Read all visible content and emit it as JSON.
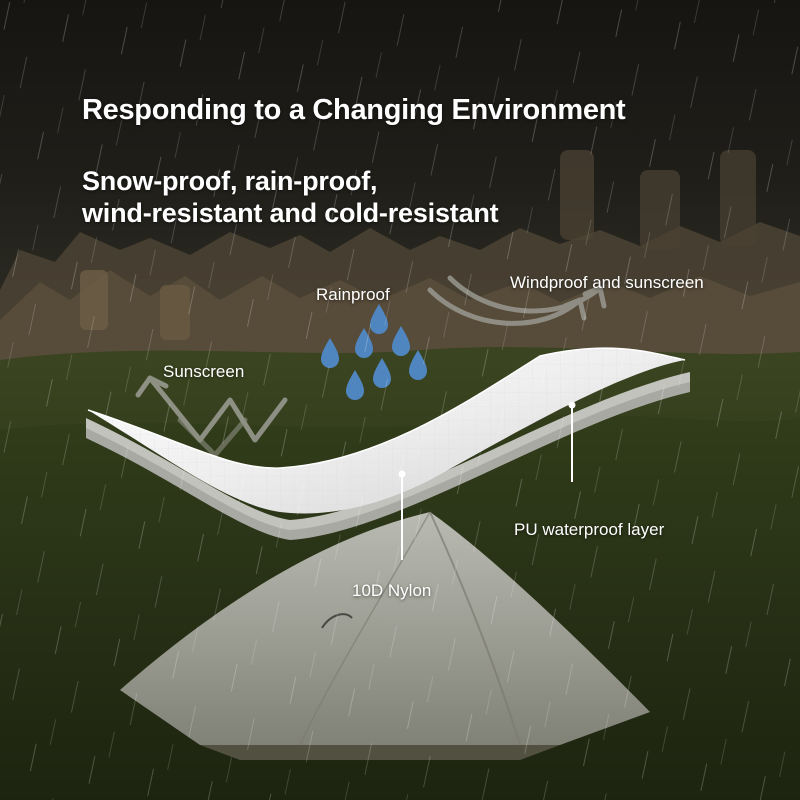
{
  "headline": "Responding to a Changing Environment",
  "subheadline": {
    "line1": "Snow-proof, rain-proof,",
    "line2": "wind-resistant and cold-resistant"
  },
  "labels": {
    "rainproof": "Rainproof",
    "windproof": "Windproof and sunscreen",
    "sunscreen": "Sunscreen",
    "pu_layer": "PU waterproof layer",
    "nylon": "10D Nylon"
  },
  "colors": {
    "text": "#ffffff",
    "fabric": "#e9e9e9",
    "raindrop": "#4f86c0",
    "grass": "#3a4420"
  }
}
